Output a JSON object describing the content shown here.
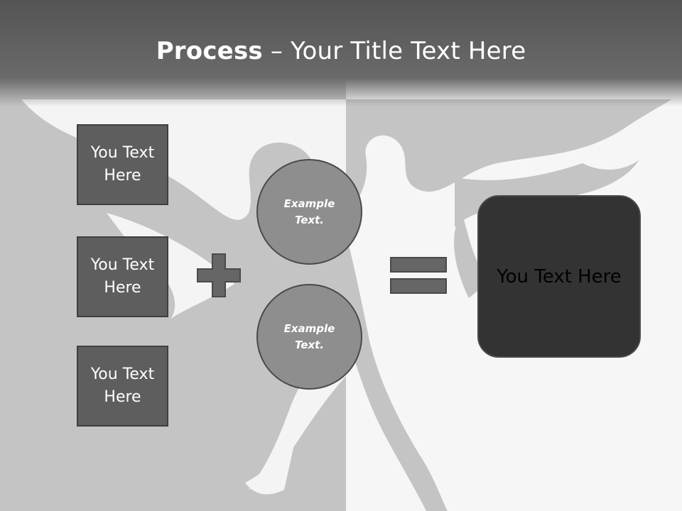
{
  "header": {
    "title_bold": "Process",
    "title_rest": " – Your Title Text Here"
  },
  "inputs": [
    {
      "label": "You Text Here"
    },
    {
      "label": "You Text Here"
    },
    {
      "label": "You Text Here"
    }
  ],
  "circles": [
    {
      "label": "Example Text."
    },
    {
      "label": "Example Text."
    }
  ],
  "result": {
    "label": "You Text Here"
  },
  "colors": {
    "header": "#6a6a6a",
    "box_fill": "#5e5e5e",
    "circle_fill": "#8e8e8e",
    "operator_fill": "#666666",
    "result_fill": "#333333",
    "left_bg": "#c4c4c4",
    "right_bg": "#f6f6f6"
  },
  "icons": {
    "operator_1": "plus-icon",
    "operator_2": "equals-icon",
    "background": "tribal-ornament"
  }
}
